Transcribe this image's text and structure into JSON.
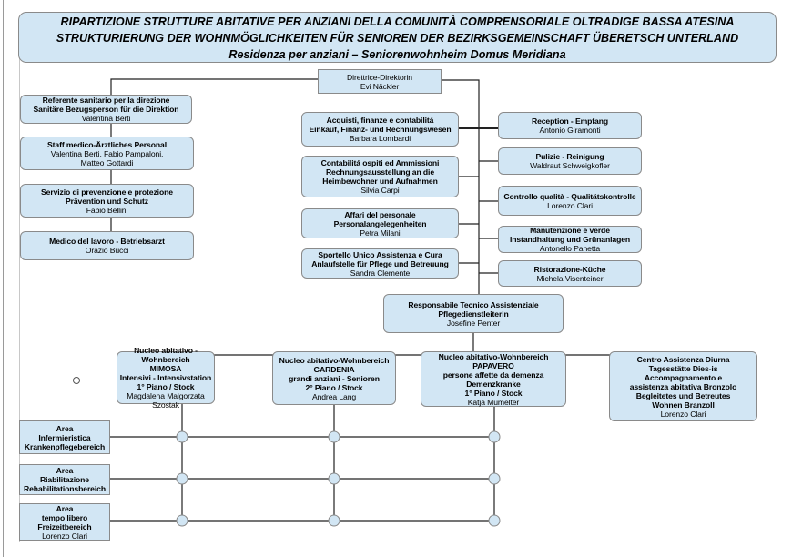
{
  "title": {
    "line1": "RIPARTIZIONE STRUTTURE ABITATIVE PER ANZIANI DELLA COMUNITÀ COMPRENSORIALE OLTRADIGE BASSA ATESINA",
    "line2": "STRUKTURIERUNG DER WOHNMÖGLICHKEITEN FÜR SENIOREN DER BEZIRKSGEMEINSCHAFT ÜBERETSCH UNTERLAND",
    "line3": "Residenza per anziani – Seniorenwohnheim Domus Meridiana"
  },
  "director": {
    "role": "Direttrice-Direktorin",
    "name": "Evi Näckler"
  },
  "left_staff": [
    {
      "lines": [
        "Referente sanitario per la direzione",
        "Sanitäre Bezugsperson für die Direktion"
      ],
      "names": [
        "Valentina Berti"
      ]
    },
    {
      "lines": [
        "Staff medico-Ärztliches Personal"
      ],
      "names": [
        "Valentina Berti, Fabio Pampaloni,",
        "Matteo Gottardi"
      ]
    },
    {
      "lines": [
        "Servizio di prevenzione e protezione",
        "Prävention und Schutz"
      ],
      "names": [
        "Fabio Bellini"
      ]
    },
    {
      "lines": [
        "Medico del lavoro - Betriebsarzt"
      ],
      "names": [
        "Orazio Bucci"
      ]
    }
  ],
  "admin_units": [
    {
      "lines": [
        "Acquisti, finanze e contabilitá",
        "Einkauf, Finanz- und Rechnungswesen"
      ],
      "names": [
        "Barbara Lombardi"
      ]
    },
    {
      "lines": [
        "Contabilitá ospiti ed Ammissioni",
        "Rechnungsausstellung an die",
        "Heimbewohner und Aufnahmen"
      ],
      "names": [
        "Silvia Carpi"
      ]
    },
    {
      "lines": [
        "Affari del personale",
        "Personalangelegenheiten"
      ],
      "names": [
        "Petra Milani"
      ]
    },
    {
      "lines": [
        "Sportello Unico Assistenza e Cura",
        "Anlaufstelle für Pflege und Betreuung"
      ],
      "names": [
        "Sandra Clemente"
      ]
    }
  ],
  "service_units": [
    {
      "lines": [
        "Reception - Empfang"
      ],
      "names": [
        "Antonio Giramonti"
      ]
    },
    {
      "lines": [
        "Pulizie - Reinigung"
      ],
      "names": [
        "Waldraut Schweigkofler"
      ]
    },
    {
      "lines": [
        "Controllo qualità - Qualitätskontrolle"
      ],
      "names": [
        "Lorenzo Clari"
      ]
    },
    {
      "lines": [
        "Manutenzione e verde",
        "Instandhaltung und Grünanlagen"
      ],
      "names": [
        "Antonello Panetta"
      ]
    },
    {
      "lines": [
        "Ristorazione-Küche"
      ],
      "names": [
        "Michela Visenteiner"
      ]
    }
  ],
  "technical_manager": {
    "lines": [
      "Responsabile Tecnico Assistenziale",
      "Pflegedienstleiterin"
    ],
    "names": [
      "Josefine Penter"
    ]
  },
  "living_units": [
    {
      "lines": [
        "Nucleo abitativo - Wohnbereich",
        "MIMOSA",
        "Intensivi - Intensivstation",
        "1° Piano / Stock"
      ],
      "names": [
        "Magdalena Malgorzata Szostak"
      ]
    },
    {
      "lines": [
        "Nucleo abitativo-Wohnbereich",
        "GARDENIA",
        "grandi anziani - Senioren",
        "2° Piano / Stock"
      ],
      "names": [
        "Andrea Lang"
      ]
    },
    {
      "lines": [
        "Nucleo abitativo-Wohnbereich",
        "PAPAVERO",
        "persone affette da demenza",
        "Demenzkranke",
        "1° Piano / Stock"
      ],
      "names": [
        "Katja Mumelter"
      ]
    },
    {
      "lines": [
        "Centro Assistenza Diurna",
        "Tagesstätte Dies-is",
        "Accompagnamento e",
        "assistenza abitativa Bronzolo",
        "Begleitetes und Betreutes",
        "Wohnen Branzoll"
      ],
      "names": [
        "Lorenzo Clari"
      ]
    }
  ],
  "areas": [
    {
      "lines": [
        "Area",
        "Infermieristica",
        "Krankenpflegebereich"
      ],
      "names": []
    },
    {
      "lines": [
        "Area",
        "Riabilitazione",
        "Rehabilitationsbereich"
      ],
      "names": []
    },
    {
      "lines": [
        "Area",
        "tempo libero",
        "Freizeitbereich"
      ],
      "names": [
        "Lorenzo Clari"
      ]
    }
  ],
  "colors": {
    "box_fill": "#d2e6f4",
    "border": "#8a8a8a",
    "line": "#000000"
  }
}
